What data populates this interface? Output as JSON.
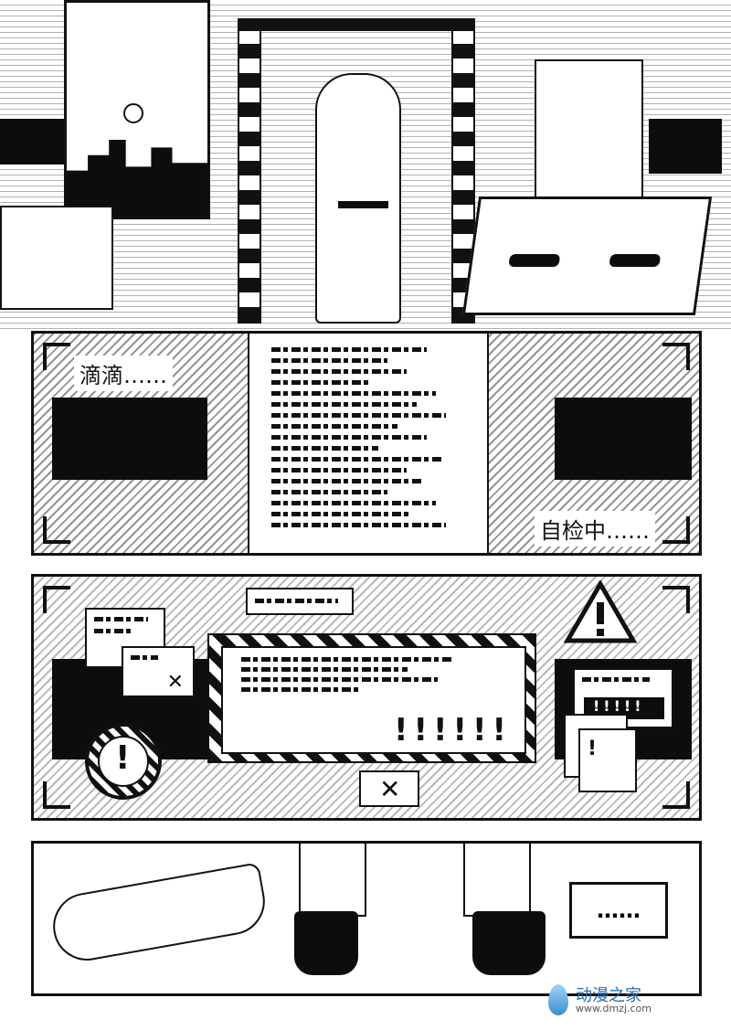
{
  "panels": {
    "panel2": {
      "caption_top": "滴滴……",
      "caption_bottom": "自检中……"
    },
    "panel4": {
      "bubble_text": "……"
    }
  },
  "watermark": {
    "brand": "动漫之家",
    "url": "www.dmzj.com"
  }
}
